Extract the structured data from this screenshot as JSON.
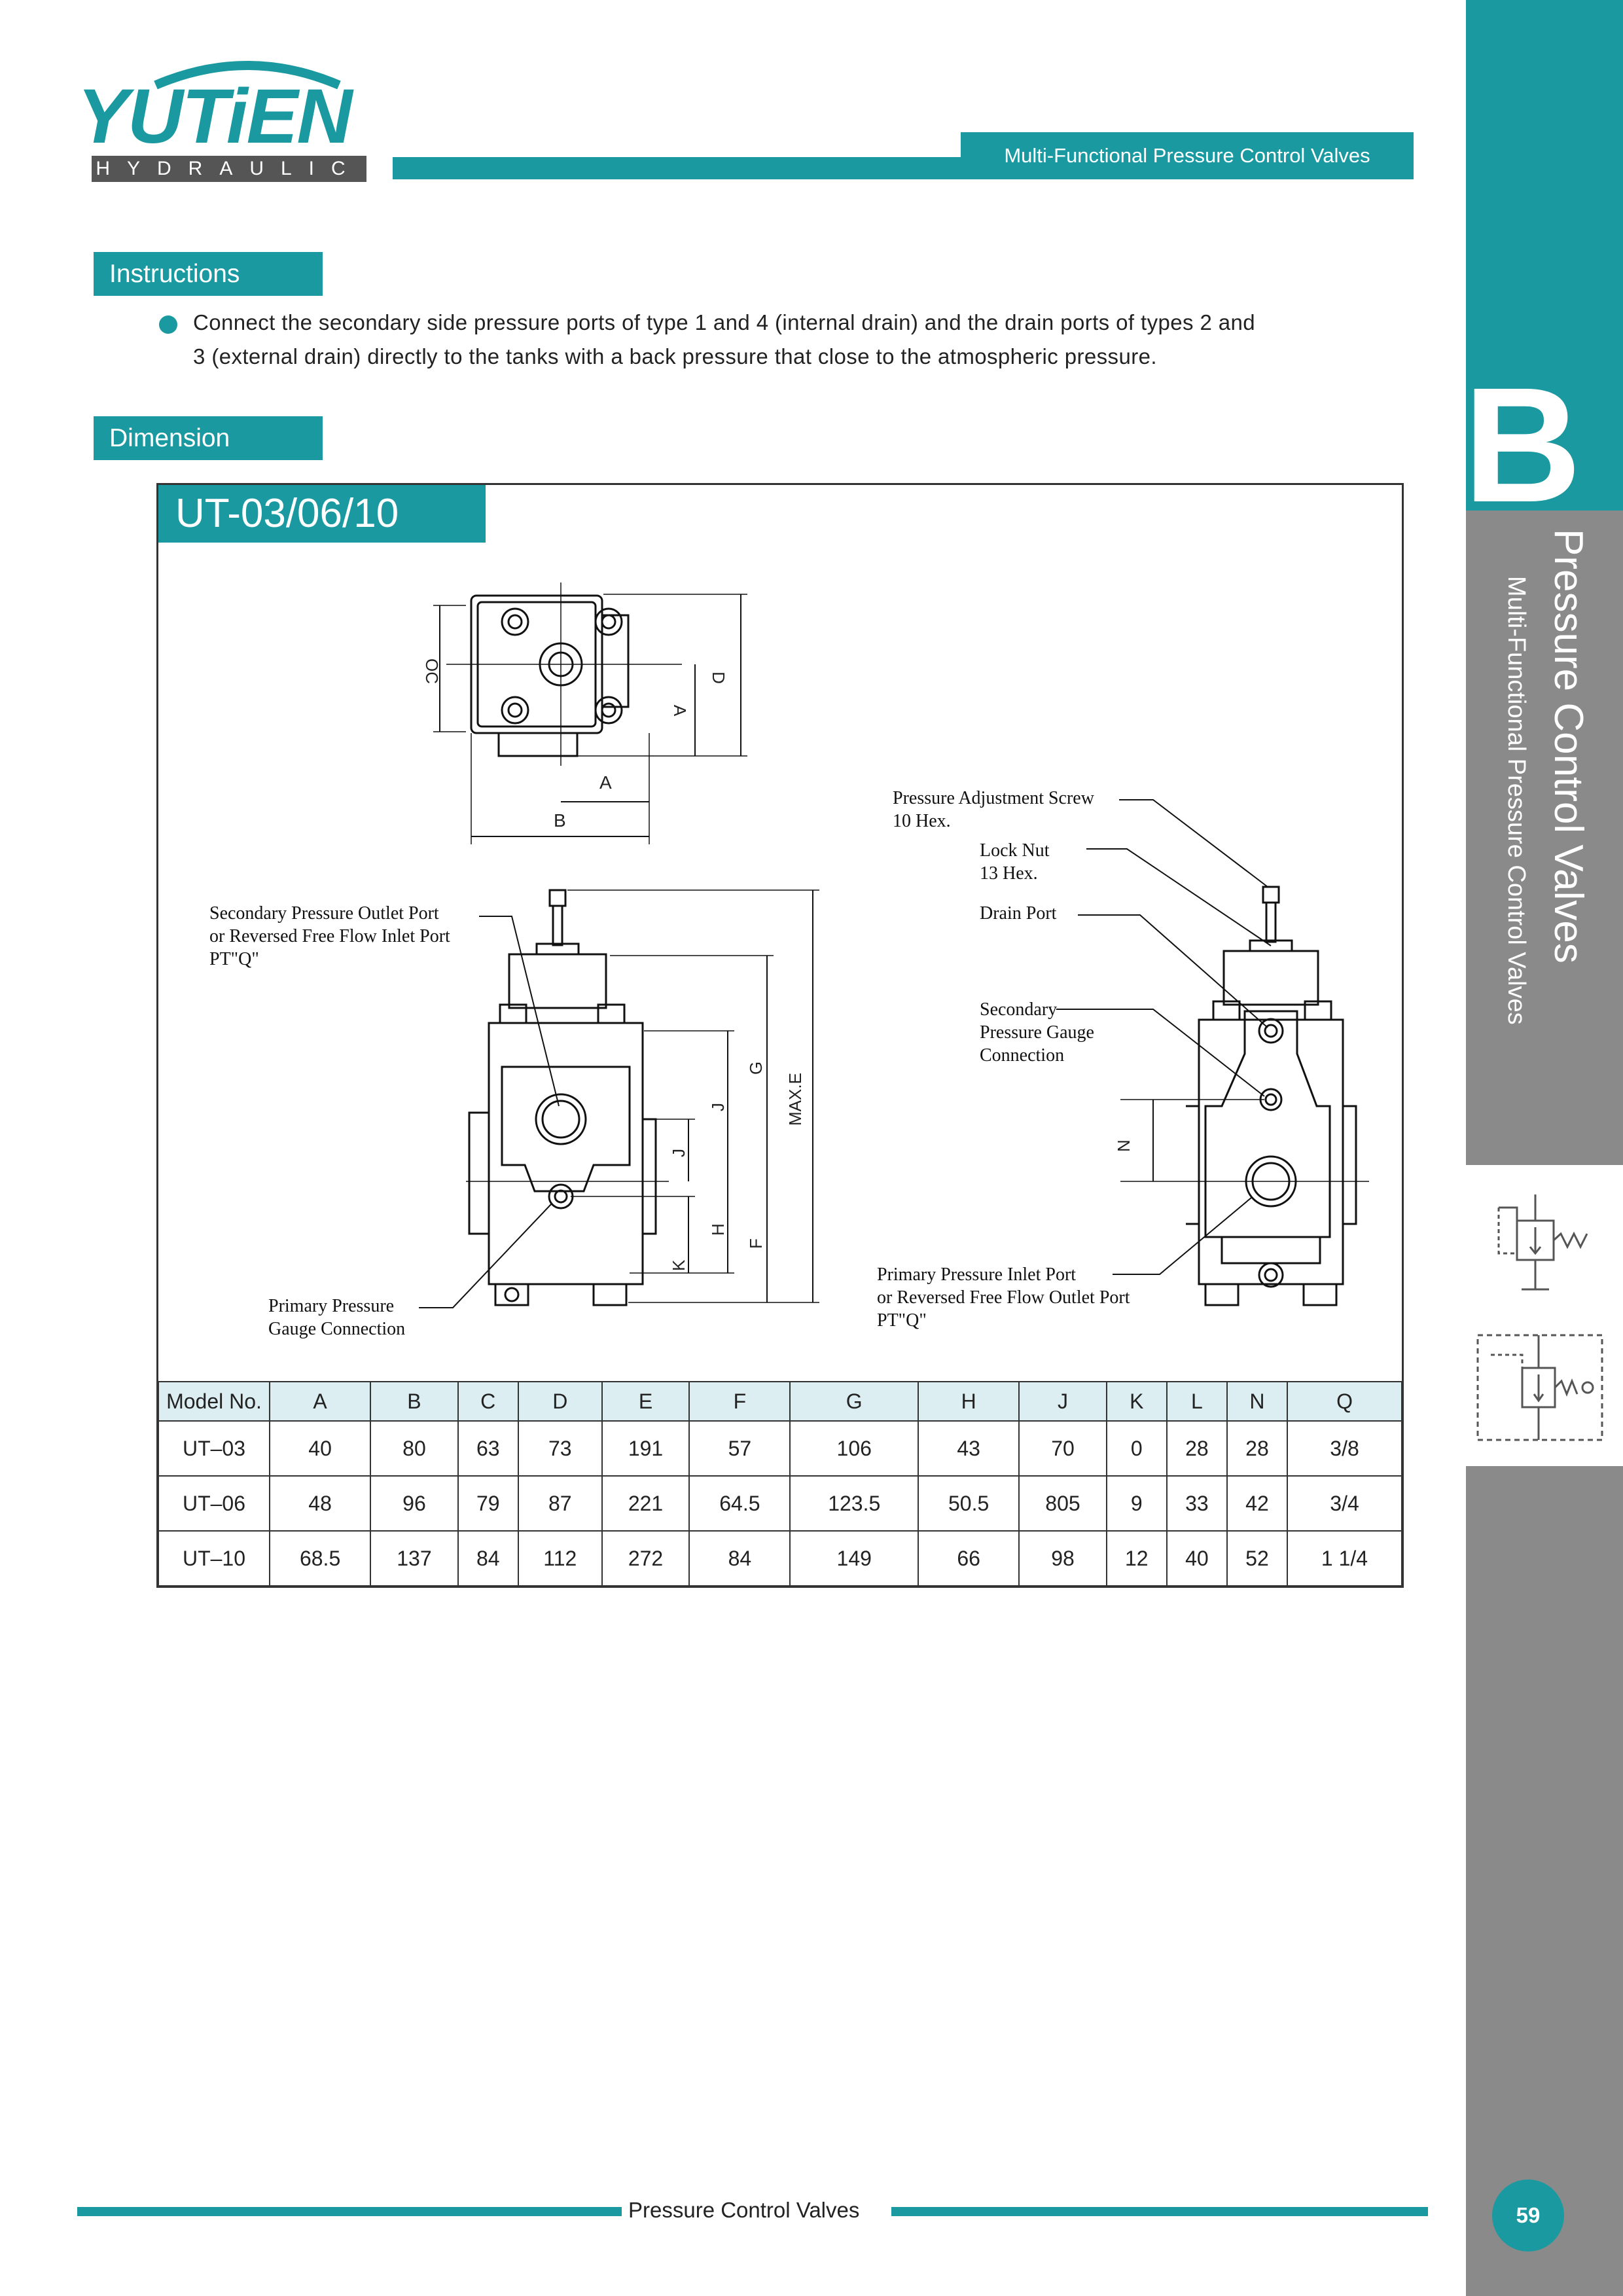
{
  "header": {
    "brand": "YUTiEN",
    "brand_sub": "HYDRAULIC",
    "category": "Multi-Functional Pressure Control Valves"
  },
  "instructions": {
    "heading": "Instructions",
    "text_line1": "Connect the secondary side pressure ports of type 1 and 4 (internal drain) and the drain ports of types 2 and",
    "text_line2": "3 (external drain) directly to the tanks with a back pressure that close to the atmospheric pressure."
  },
  "dimension": {
    "heading": "Dimension",
    "model_title": "UT-03/06/10",
    "callouts": {
      "secondary_outlet": "Secondary Pressure Outlet Port\nor Reversed Free Flow Inlet Port\nPT\"Q\"",
      "primary_gauge": "Primary Pressure\nGauge Connection",
      "adjust_screw": "Pressure Adjustment Screw\n10 Hex.",
      "lock_nut": "Lock Nut\n13 Hex.",
      "drain_port": "Drain Port",
      "secondary_gauge": "Secondary\nPressure Gauge\nConnection",
      "primary_inlet": "Primary Pressure Inlet Port\nor Reversed Free Flow Outlet Port\nPT\"Q\""
    },
    "dim_labels": {
      "oc": "OC",
      "a": "A",
      "d": "D",
      "b": "B",
      "g": "G",
      "j": "J",
      "h": "H",
      "f": "F",
      "k": "K",
      "maxe": "MAX.E",
      "n": "N"
    }
  },
  "table": {
    "headers": [
      "Model No.",
      "A",
      "B",
      "C",
      "D",
      "E",
      "F",
      "G",
      "H",
      "J",
      "K",
      "L",
      "N",
      "Q"
    ],
    "rows": [
      [
        "UT–03",
        "40",
        "80",
        "63",
        "73",
        "191",
        "57",
        "106",
        "43",
        "70",
        "0",
        "28",
        "28",
        "3/8"
      ],
      [
        "UT–06",
        "48",
        "96",
        "79",
        "87",
        "221",
        "64.5",
        "123.5",
        "50.5",
        "805",
        "9",
        "33",
        "42",
        "3/4"
      ],
      [
        "UT–10",
        "68.5",
        "137",
        "84",
        "112",
        "272",
        "84",
        "149",
        "66",
        "98",
        "12",
        "40",
        "52",
        "1 1/4"
      ]
    ]
  },
  "sidebar": {
    "letter": "B",
    "title": "Pressure Control Valves",
    "subtitle": "Multi-Functional Pressure Control Valves"
  },
  "footer": {
    "label": "Pressure Control Valves",
    "page": "59"
  },
  "colors": {
    "accent": "#1a9aa0",
    "gray": "#8a8a8a",
    "table_header": "#ddeef2"
  }
}
